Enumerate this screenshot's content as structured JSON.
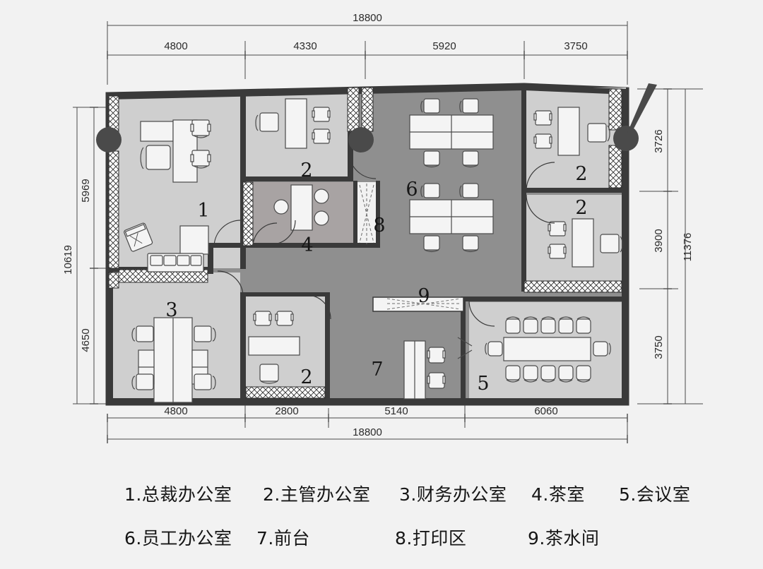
{
  "drawing": {
    "title": "office-floor-plan",
    "colors": {
      "background": "#f2f2f2",
      "wall": "#3a3a3a",
      "room_fill": "#cfcfcf",
      "corridor_fill": "#8f8f8f",
      "tea_room_fill": "#a8a3a3",
      "furniture_fill": "#f4f4f4",
      "furniture_stroke": "#4a4a4a",
      "column": "#4a4a4a",
      "dimension_line": "#4a4a4a",
      "label_text": "#161616"
    }
  },
  "dimensions": {
    "top_overall": "18800",
    "top_segments": [
      "4800",
      "4330",
      "5920",
      "3750"
    ],
    "bottom_overall": "18800",
    "bottom_segments": [
      "4800",
      "2800",
      "5140",
      "6060"
    ],
    "left_overall": "10619",
    "left_segments": [
      "5969",
      "4650"
    ],
    "right_overall": "11376",
    "right_segments": [
      "3726",
      "3900",
      "3750"
    ]
  },
  "room_numbers": {
    "president_office": "1",
    "supervisor_office_top_left": "2",
    "supervisor_office_top_right": "2",
    "supervisor_office_mid_right": "2",
    "supervisor_office_bottom": "2",
    "finance_office": "3",
    "tea_room": "4",
    "meeting_room": "5",
    "staff_office": "6",
    "reception": "7",
    "print_area": "8",
    "pantry": "9"
  },
  "legend": {
    "row1": [
      "1.总裁办公室",
      "2.主管办公室",
      "3.财务办公室",
      "4.茶室",
      "5.会议室"
    ],
    "row2": [
      "6.员工办公室",
      "7.前台",
      "8.打印区",
      "9.茶水间"
    ]
  }
}
